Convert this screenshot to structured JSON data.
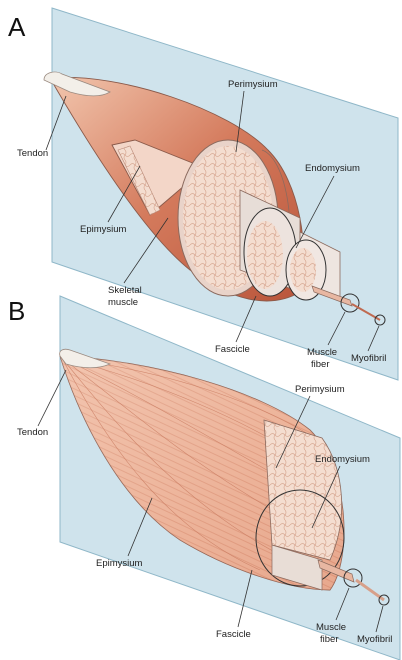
{
  "panel_a": {
    "letter": "A",
    "labels": {
      "tendon": "Tendon",
      "perimysium": "Perimysium",
      "endomysium": "Endomysium",
      "epimysium": "Epimysium",
      "skeletal_muscle_line1": "Skeletal",
      "skeletal_muscle_line2": "muscle",
      "fascicle": "Fascicle",
      "muscle_fiber_line1": "Muscle",
      "muscle_fiber_line2": "fiber",
      "myofibril": "Myofibril"
    }
  },
  "panel_b": {
    "letter": "B",
    "labels": {
      "tendon": "Tendon",
      "perimysium": "Perimysium",
      "endomysium": "Endomysium",
      "epimysium": "Epimysium",
      "fascicle": "Fascicle",
      "muscle_fiber_line1": "Muscle",
      "muscle_fiber_line2": "fiber",
      "myofibril": "Myofibril"
    }
  },
  "colors": {
    "plane": "#cfe3ec",
    "muscle_dark": "#c8664a",
    "muscle_light": "#f0c0a8",
    "tissue": "#f4ddd0"
  }
}
